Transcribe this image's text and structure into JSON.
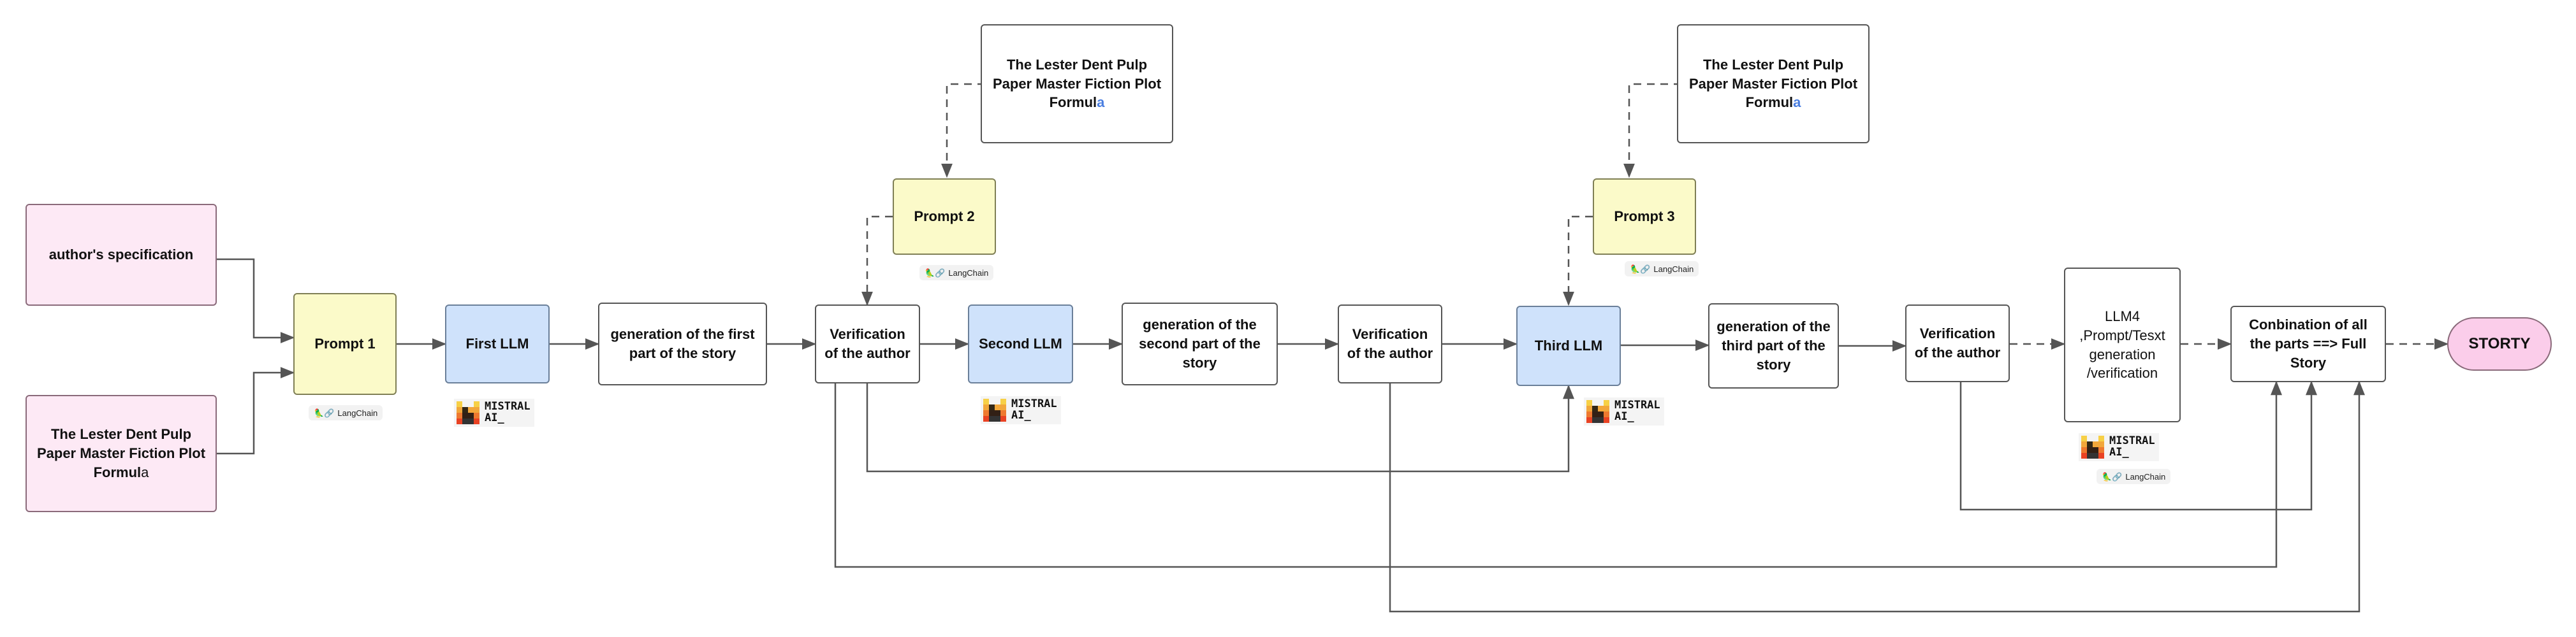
{
  "nodes": {
    "author_spec": "author's specification",
    "lester_top_prefix": "The Lester Dent Pulp Paper Master Fiction Plot Formul",
    "lester_top_suffix": "a",
    "prompt1": "Prompt 1",
    "first_llm": "First LLM",
    "gen_first": "generation of the first part of the story",
    "verify1": "Verification of the author",
    "prompt2": "Prompt 2",
    "lester_a_prefix": "The Lester Dent Pulp Paper Master Fiction Plot Formul",
    "lester_a_suffix": "a",
    "second_llm": "Second LLM",
    "gen_second": "generation of the second part of the story",
    "verify2": "Verification of the author",
    "prompt3": "Prompt 3",
    "lester_b_prefix": "The Lester Dent Pulp Paper Master Fiction Plot Formul",
    "lester_b_suffix": "a",
    "third_llm": "Third LLM",
    "gen_third": "generation of the third part of the story",
    "verify3": "Verification of the author",
    "llm4": "LLM4 ,Prompt/Tesxt generation /verification",
    "combination": "Conbination of all the parts  ==>  Full Story",
    "story": "STORTY"
  },
  "badges": {
    "langchain": "LangChain",
    "langchain_icon": "parrot-chain-icon",
    "mistral_line1": "MISTRAL",
    "mistral_line2": "AI_",
    "mistral_icon": "mistral-logo"
  },
  "colors": {
    "pink": "#fde9f5",
    "yellow": "#fbfac9",
    "blue": "#cfe2fb",
    "story_pink": "#fbcdea",
    "connector": "#555555",
    "highlight": "#4a7ee0"
  }
}
